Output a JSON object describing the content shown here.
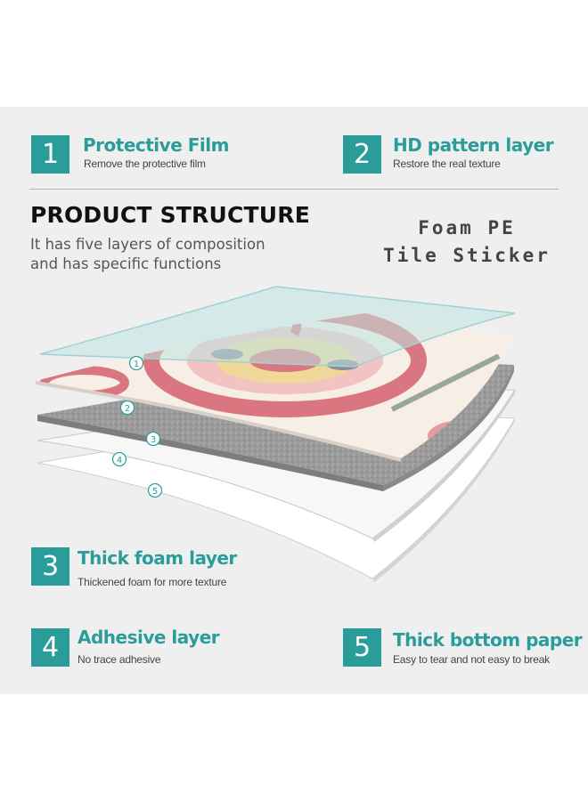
{
  "features": [
    {
      "num": "1",
      "title": "Protective Film",
      "desc": "Remove the protective film"
    },
    {
      "num": "2",
      "title": "HD pattern layer",
      "desc": "Restore the real texture"
    },
    {
      "num": "3",
      "title": "Thick foam layer",
      "desc": "Thickened foam for more texture"
    },
    {
      "num": "4",
      "title": "Adhesive layer",
      "desc": "No trace adhesive"
    },
    {
      "num": "5",
      "title": "Thick bottom paper",
      "desc": "Easy to tear and not easy to break"
    }
  ],
  "heading": "PRODUCT STRUCTURE",
  "subheading": [
    "It has five layers of composition",
    "and has specific functions"
  ],
  "product_name": [
    "Foam PE",
    "Tile Sticker"
  ],
  "layer_markers": [
    "1",
    "2",
    "3",
    "4",
    "5"
  ],
  "colors": {
    "accent": "#2a9d9b",
    "panel_bg": "#efefef",
    "tile_pink": "#d9767f",
    "tile_yellow": "#f2d79a"
  }
}
